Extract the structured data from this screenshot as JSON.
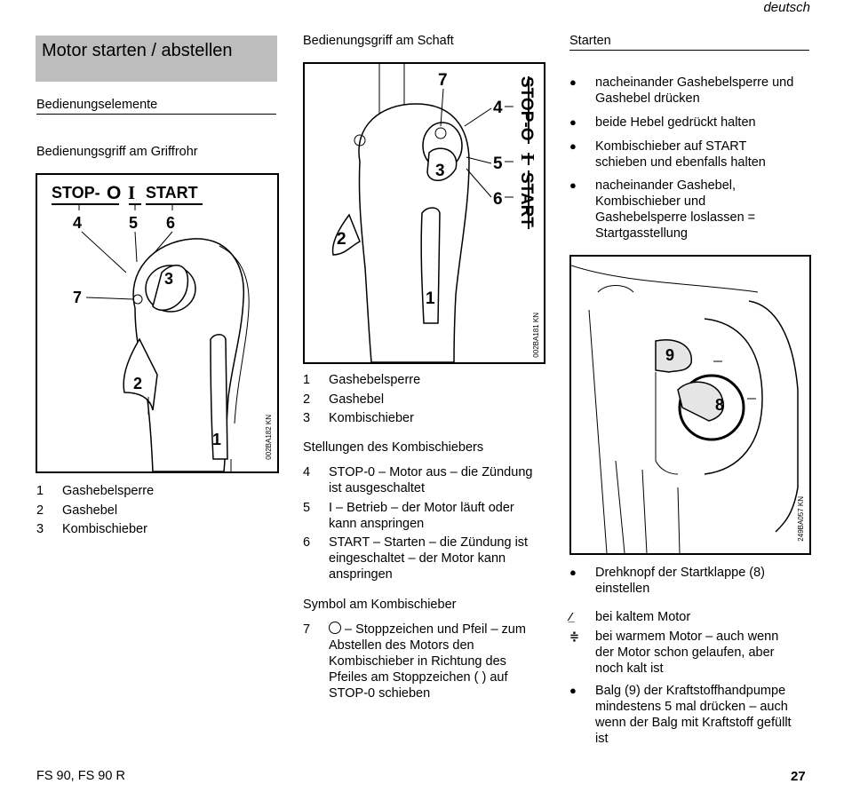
{
  "header": {
    "language": "deutsch"
  },
  "left": {
    "title": "Motor starten / abstellen",
    "section_heading": "Bedienungselemente",
    "subheading": "Bedienungsgriff am Griffrohr",
    "figure": {
      "stop_label": "STOP-",
      "stop_symbol": "O",
      "run_symbol": "I",
      "start_label": "START",
      "n4": "4",
      "n5": "5",
      "n6": "6",
      "n7": "7",
      "n3": "3",
      "n2": "2",
      "n1": "1",
      "code": "002BA182 KN"
    },
    "legend": [
      {
        "n": "1",
        "text": "Gashebelsperre"
      },
      {
        "n": "2",
        "text": "Gashebel"
      },
      {
        "n": "3",
        "text": "Kombischieber"
      }
    ]
  },
  "middle": {
    "heading": "Bedienungsgriff am Schaft",
    "figure": {
      "stop_label": "STOP-O",
      "run_symbol": "I",
      "start_label": "START",
      "n7": "7",
      "n4": "4",
      "n5": "5",
      "n6": "6",
      "n3": "3",
      "n2": "2",
      "n1": "1",
      "code": "002BA181 KN"
    },
    "legend": [
      {
        "n": "1",
        "text": "Gashebelsperre"
      },
      {
        "n": "2",
        "text": "Gashebel"
      },
      {
        "n": "3",
        "text": "Kombischieber"
      }
    ],
    "positions_heading": "Stellungen des Kombischiebers",
    "positions": [
      {
        "n": "4",
        "lines": [
          "STOP-0 – Motor aus – die Zündung",
          "ist ausgeschaltet"
        ]
      },
      {
        "n": "5",
        "lines": [
          "I – Betrieb – der Motor läuft oder",
          "kann anspringen"
        ]
      },
      {
        "n": "6",
        "lines": [
          "START – Starten – die Zündung ist",
          "eingeschaltet – der Motor kann",
          "anspringen"
        ]
      }
    ],
    "symbol_heading": "Symbol am Kombischieber",
    "symbol_item": {
      "n": "7",
      "lines": [
        "– Stoppzeichen und Pfeil – zum",
        "Abstellen des Motors den",
        "Kombischieber in Richtung des",
        "Pfeiles am Stoppzeichen (   ) auf",
        "STOP-0 schieben"
      ]
    }
  },
  "right": {
    "heading": "Starten",
    "bullets": [
      {
        "lines": [
          "nacheinander Gashebelsperre und",
          "Gashebel drücken"
        ]
      },
      {
        "lines": [
          "beide Hebel gedrückt halten"
        ]
      },
      {
        "lines": [
          "Kombischieber auf START",
          "schieben und ebenfalls halten"
        ]
      },
      {
        "lines": [
          "nacheinander Gashebel,",
          "Kombischieber und",
          "Gashebelsperre loslassen =",
          "Startgasstellung"
        ]
      }
    ],
    "figure": {
      "n9": "9",
      "n8": "8",
      "code": "249BA057 KN"
    },
    "bullet_choke": {
      "lines": [
        "Drehknopf der Startklappe (8)",
        "einstellen"
      ]
    },
    "cold": "bei kaltem Motor",
    "warm_lines": [
      "bei warmem Motor – auch wenn",
      "der Motor schon gelaufen, aber",
      "noch kalt ist"
    ],
    "bullet_pump": {
      "lines": [
        "Balg (9) der Kraftstoffhandpumpe",
        "mindestens 5 mal drücken – auch",
        "wenn der Balg mit Kraftstoff gefüllt",
        "ist"
      ]
    }
  },
  "footer": {
    "model": "FS 90, FS 90 R",
    "page": "27"
  }
}
